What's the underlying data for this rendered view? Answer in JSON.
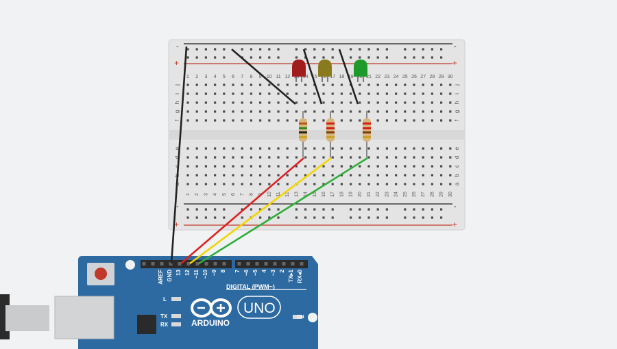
{
  "breadboard": {
    "rail_minus": "-",
    "rail_plus": "+",
    "row_letters_top": [
      "j",
      "i",
      "h",
      "g",
      "f"
    ],
    "row_letters_bottom": [
      "e",
      "d",
      "c",
      "b",
      "a"
    ],
    "column_count": 30
  },
  "leds": [
    {
      "name": "red-led",
      "color": "#a11d1d"
    },
    {
      "name": "yellow-led",
      "color": "#8a7a1e"
    },
    {
      "name": "green-led",
      "color": "#1f9a2a"
    }
  ],
  "wires": [
    {
      "name": "gnd-wire",
      "color": "#222222"
    },
    {
      "name": "red-wire",
      "color": "#e02020"
    },
    {
      "name": "yellow-wire",
      "color": "#f2d500"
    },
    {
      "name": "green-wire",
      "color": "#2fae3a"
    }
  ],
  "arduino": {
    "board_color": "#2d6aa1",
    "pin_labels": [
      "AREF",
      "GND",
      "13",
      "12",
      "~11",
      "~10",
      "~9",
      "8",
      "7",
      "~6",
      "~5",
      "4",
      "~3",
      "2",
      "TX▸1",
      "RX◂0"
    ],
    "digital_label": "DIGITAL (PWM~)",
    "led_l": "L",
    "tx": "TX",
    "rx": "RX",
    "on": "ON",
    "brand": "ARDUINO",
    "model": "UNO"
  }
}
